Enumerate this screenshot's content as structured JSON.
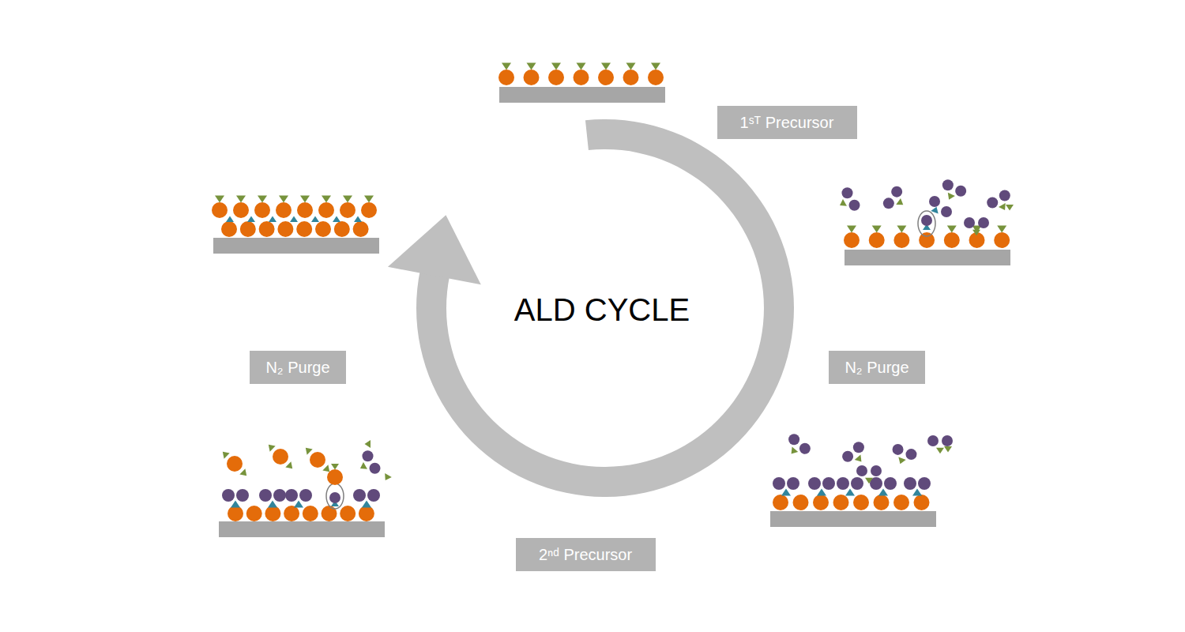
{
  "diagram": {
    "nodes": [
      {
        "text": [
          "1ˢᵀ Precursor"
        ]
      },
      {
        "text": [
          "N₂ Purge"
        ]
      },
      {
        "text": [
          "2ⁿᵈ Precursor"
        ]
      },
      {
        "text": [
          "N₂ Purge"
        ]
      }
    ],
    "labels": [
      "ALD CYCLE"
    ]
  }
}
